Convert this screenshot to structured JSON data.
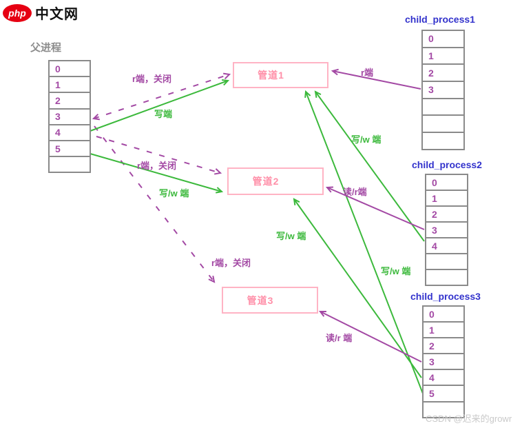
{
  "logo": {
    "badge_text": "php",
    "site_name": "中文网"
  },
  "parent_process": {
    "title": "父进程",
    "fd_rows": [
      "0",
      "1",
      "2",
      "3",
      "4",
      "5",
      ""
    ]
  },
  "child_processes": [
    {
      "title": "child_process1",
      "fd_rows": [
        "0",
        "1",
        "2",
        "3",
        "",
        "",
        ""
      ]
    },
    {
      "title": "child_process2",
      "fd_rows": [
        "0",
        "1",
        "2",
        "3",
        "4",
        "",
        ""
      ]
    },
    {
      "title": "child_process3",
      "fd_rows": [
        "0",
        "1",
        "2",
        "3",
        "4",
        "5",
        ""
      ]
    }
  ],
  "pipes": [
    {
      "label": "管道1"
    },
    {
      "label": "管道2"
    },
    {
      "label": "管道3"
    }
  ],
  "edge_labels": {
    "pipe1_close": "r端，关闭",
    "pipe1_write": "写端",
    "pipe2_close": "r端，关闭",
    "pipe2_write": "写/w 端",
    "pipe3_close": "r端，关闭",
    "child1_read": "r端",
    "child2_write_pipe1": "写/w 端",
    "child2_read": "读/r端",
    "child3_write_pipe2": "写/w 端",
    "child3_write_pipe1": "写/w 端",
    "child3_read": "读/r 端"
  },
  "edges": [
    {
      "from": "parent fd3",
      "to": "管道1",
      "label": "r端，关闭",
      "style": "dashed",
      "color": "purple"
    },
    {
      "from": "parent fd4",
      "to": "管道1",
      "label": "写端",
      "style": "solid",
      "color": "green"
    },
    {
      "from": "parent fd3/4",
      "to": "管道2",
      "label": "r端，关闭",
      "style": "dashed",
      "color": "purple"
    },
    {
      "from": "parent fd5",
      "to": "管道2",
      "label": "写/w 端",
      "style": "solid",
      "color": "green"
    },
    {
      "from": "parent",
      "to": "管道3",
      "label": "r端，关闭",
      "style": "dashed",
      "color": "purple"
    },
    {
      "from": "child_process1 fd3",
      "to": "管道1",
      "label": "r端",
      "style": "solid",
      "color": "purple"
    },
    {
      "from": "child_process2 fd3",
      "to": "管道2",
      "label": "读/r端",
      "style": "solid",
      "color": "purple"
    },
    {
      "from": "child_process2 fd4",
      "to": "管道1",
      "label": "写/w 端",
      "style": "solid",
      "color": "green"
    },
    {
      "from": "child_process3 fd3",
      "to": "管道3",
      "label": "读/r 端",
      "style": "solid",
      "color": "purple"
    },
    {
      "from": "child_process3 fd4",
      "to": "管道2",
      "label": "写/w 端",
      "style": "solid",
      "color": "green"
    },
    {
      "from": "child_process3 fd5",
      "to": "管道1",
      "label": "写/w 端",
      "style": "solid",
      "color": "green"
    }
  ],
  "colors": {
    "purple": "#a349a4",
    "green": "#3cb93c",
    "pipe_pink_border": "#ffb3c4",
    "pipe_pink_text": "#ff8fa8",
    "child_title_blue": "#3333cc",
    "table_border_gray": "#8a8a8a",
    "logo_red": "#e60012",
    "watermark_gray": "#c9c9c9"
  },
  "watermark": "CSDN @迟来的growr"
}
